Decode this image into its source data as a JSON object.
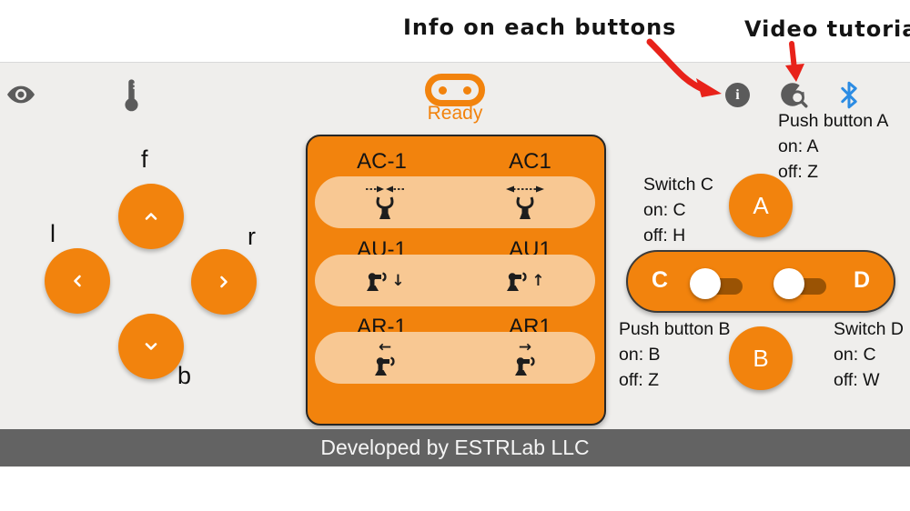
{
  "annotations": {
    "info": "Info on each buttons",
    "video": "Video tutorial"
  },
  "status": {
    "label": "Ready"
  },
  "topbar": {
    "info_glyph": "i"
  },
  "dpad": {
    "up_label": "f",
    "left_label": "l",
    "right_label": "r",
    "down_label": "b"
  },
  "panel": {
    "rows": [
      {
        "left_label": "AC-1",
        "right_label": "AC1"
      },
      {
        "left_label": "AU-1",
        "right_label": "AU1",
        "left_arrow": "↓",
        "right_arrow": "↑"
      },
      {
        "left_label": "AR-1",
        "right_label": "AR1",
        "left_arrow": "←",
        "right_arrow": "→"
      }
    ]
  },
  "controls": {
    "push_a": {
      "title": "Push button A",
      "on": "on: A",
      "off": "off: Z"
    },
    "switch_c": {
      "title": "Switch C",
      "on": "on: C",
      "off": "off: H"
    },
    "push_b": {
      "title": "Push button B",
      "on": "on: B",
      "off": "off: Z"
    },
    "switch_d": {
      "title": "Switch D",
      "on": "on: C",
      "off": "off: W"
    },
    "button_a": "A",
    "button_b": "B",
    "pill_left": "C",
    "pill_right": "D"
  },
  "footer": {
    "text": "Developed by ESTRLab LLC"
  },
  "colors": {
    "accent_orange": "#F2830D",
    "light_pill": "#F8C893",
    "toggle_track": "#9A5304",
    "icon_gray": "#5B5B5B",
    "bluetooth_blue": "#2C8CE3",
    "annotation_red": "#E8221A",
    "app_background": "#EFEEEC",
    "footer_gray": "#636363"
  }
}
